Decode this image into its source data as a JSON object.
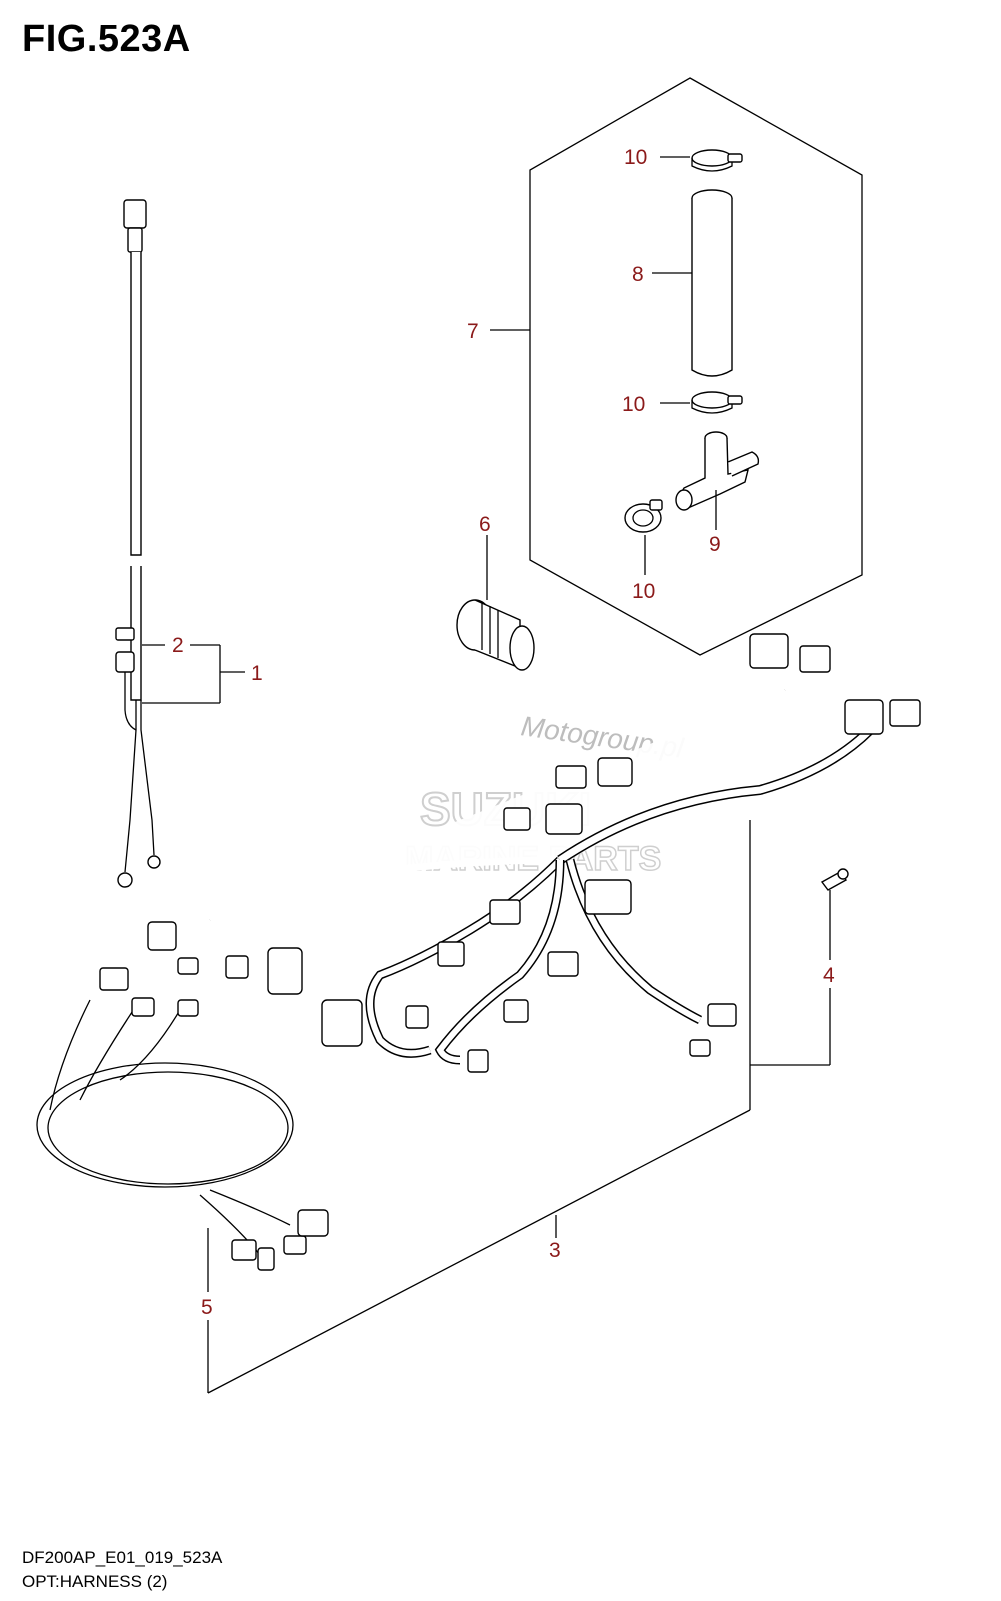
{
  "figure_title": "FIG.523A",
  "footer": {
    "model_code": "DF200AP_E01_019_523A",
    "caption": "OPT:HARNESS (2)"
  },
  "watermark": {
    "line1": "Motogroup.pl",
    "line2": "SUZUKI",
    "line3": "MARINE PARTS"
  },
  "callouts": [
    {
      "id": "c10a",
      "label": "10"
    },
    {
      "id": "c8",
      "label": "8"
    },
    {
      "id": "c7",
      "label": "7"
    },
    {
      "id": "c10b",
      "label": "10"
    },
    {
      "id": "c9",
      "label": "9"
    },
    {
      "id": "c10c",
      "label": "10"
    },
    {
      "id": "c6",
      "label": "6"
    },
    {
      "id": "c2",
      "label": "2"
    },
    {
      "id": "c1",
      "label": "1"
    },
    {
      "id": "c4",
      "label": "4"
    },
    {
      "id": "c3",
      "label": "3"
    },
    {
      "id": "c5",
      "label": "5"
    }
  ],
  "colors": {
    "callout": "#8b1a1a",
    "line": "#000000",
    "watermark": "#c8c8c8"
  }
}
